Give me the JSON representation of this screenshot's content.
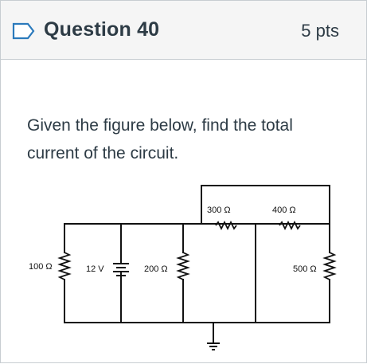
{
  "question": {
    "title": "Question 40",
    "points": "5 pts",
    "text": "Given the figure below, find the total current of the circuit."
  },
  "circuit": {
    "labels": {
      "r300": "300 Ω",
      "r400": "400 Ω",
      "r100": "100 Ω",
      "source": "12 V",
      "r200": "200 Ω",
      "r500": "500 Ω"
    }
  },
  "colors": {
    "header_bg": "#f5f5f5",
    "border": "#c7cdd1",
    "text": "#2d3b45",
    "flag_stroke": "#2b7abc"
  }
}
